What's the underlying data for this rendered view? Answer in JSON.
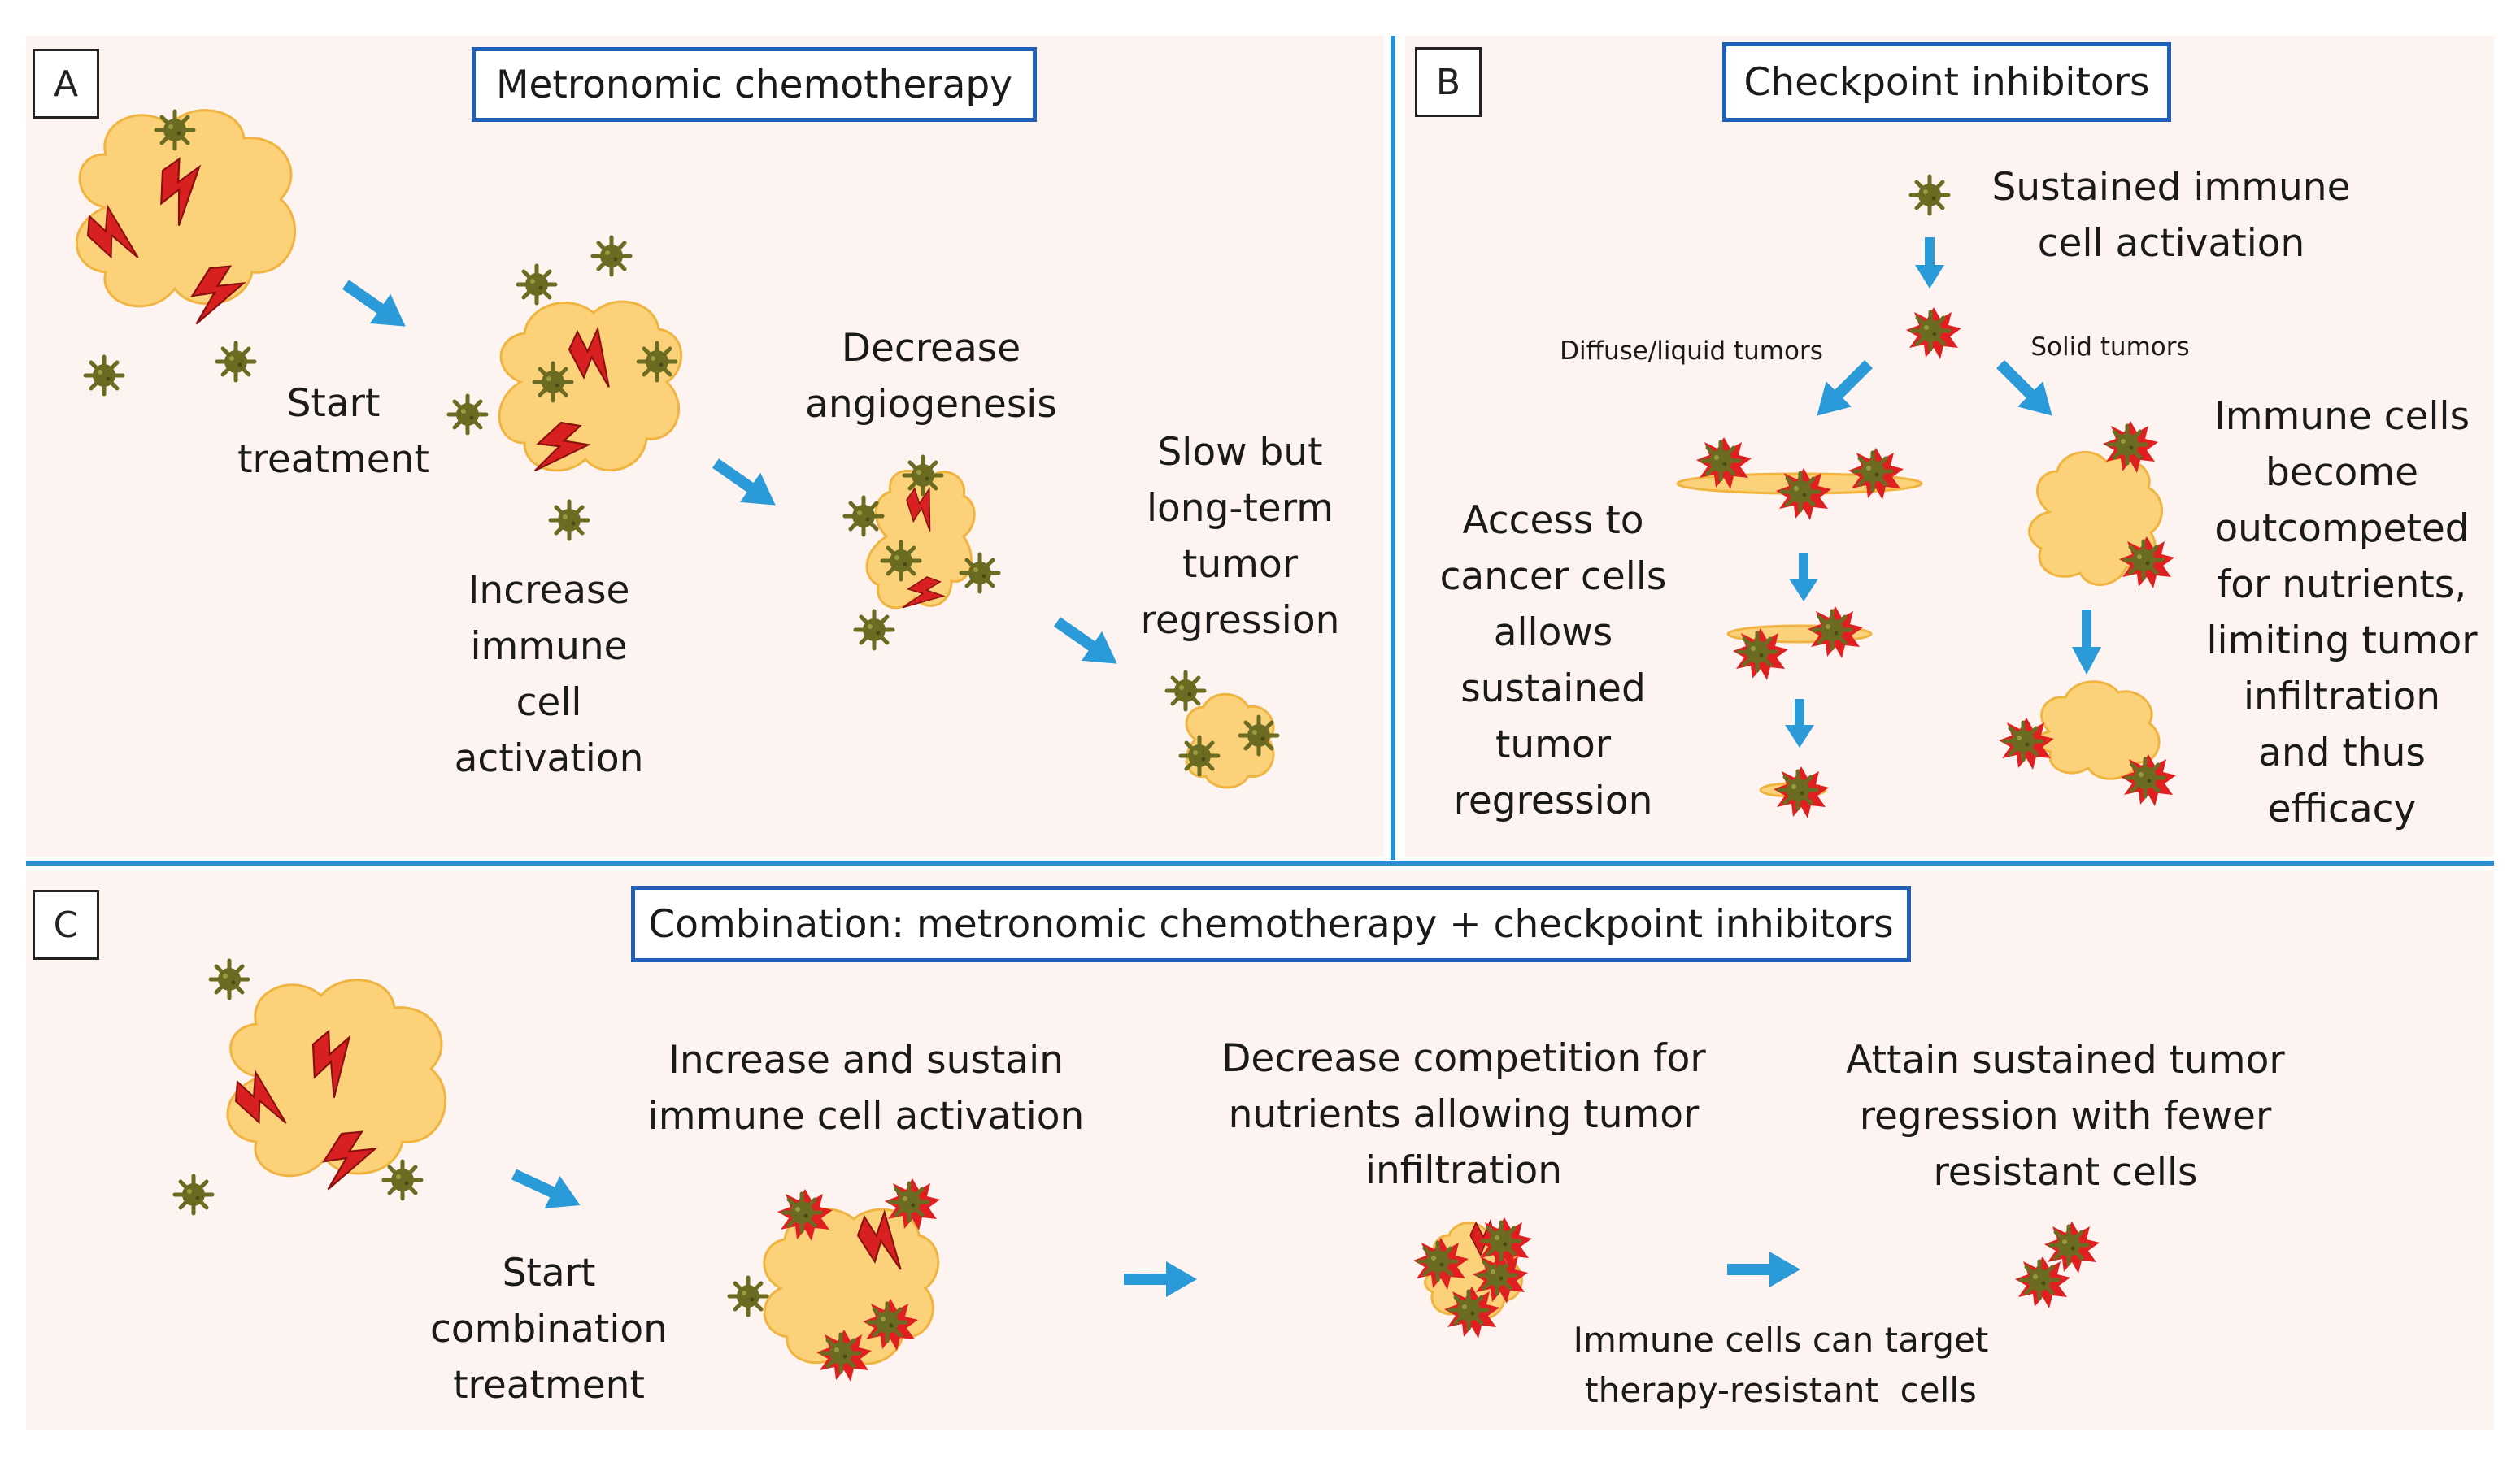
{
  "colors": {
    "background": "#fdf3f0",
    "divider": "#2a8fd0",
    "title_border": "#1f5fb8",
    "arrow": "#2a9ad8",
    "tumor_fill": "#fbd27a",
    "tumor_edge": "#f0b440",
    "immune_cell": "#6b6b22",
    "activation": "#e02020",
    "lightning": "#d82020"
  },
  "panel_a": {
    "letter": "A",
    "title": "Metronomic chemotherapy",
    "start_label": "Start\ntreatment",
    "increase_label": "Increase\nimmune\ncell\nactivation",
    "angiogenesis_label": "Decrease\nangiogenesis",
    "regression_label": "Slow but\nlong-term\ntumor\nregression"
  },
  "panel_b": {
    "letter": "B",
    "title": "Checkpoint inhibitors",
    "sustained_label": "Sustained immune\ncell activation",
    "diffuse_label": "Diffuse/liquid tumors",
    "solid_label": "Solid tumors",
    "access_label": "Access to\ncancer cells\nallows\nsustained\ntumor\nregression",
    "outcompeted_label": "Immune cells\nbecome\noutcompeted\nfor nutrients,\nlimiting tumor\ninfiltration\nand thus\nefficacy"
  },
  "panel_c": {
    "letter": "C",
    "title": "Combination: metronomic chemotherapy + checkpoint inhibitors",
    "start_label": "Start\ncombination\ntreatment",
    "increase_label": "Increase and sustain\nimmune cell activation",
    "competition_label": "Decrease competition for\nnutrients allowing tumor\ninfiltration",
    "attain_label": "Attain sustained tumor\nregression with fewer\nresistant cells",
    "target_label": "Immune cells can target\ntherapy-resistant  cells"
  }
}
